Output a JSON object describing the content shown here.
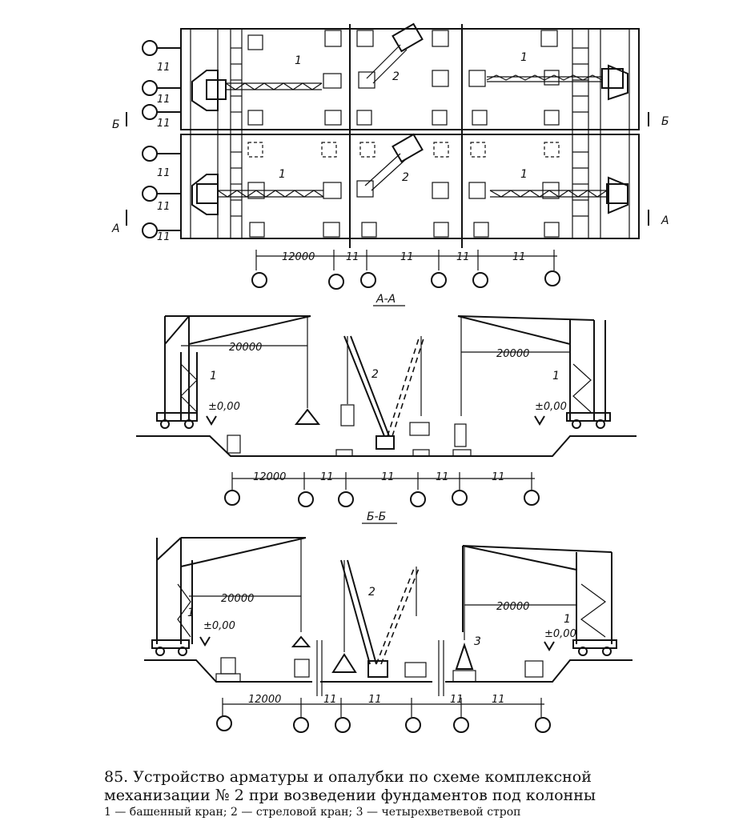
{
  "plan": {
    "dims": [
      "12000",
      "11",
      "11",
      "11",
      "11"
    ],
    "labels": [
      "1",
      "2",
      "1",
      "1",
      "2",
      "1"
    ],
    "section_marks": [
      "Б",
      "Б",
      "А",
      "А"
    ],
    "row_dims": [
      "11",
      "11",
      "11",
      "11",
      "11",
      "11"
    ]
  },
  "section_aa": {
    "title": "А-А",
    "dim_left": "20000",
    "dim_right": "20000",
    "elev_left": "±0,00",
    "elev_right": "±0,00",
    "labels": [
      "1",
      "2",
      "1"
    ],
    "dims": [
      "12000",
      "11",
      "11",
      "11",
      "11"
    ]
  },
  "section_bb": {
    "title": "Б-Б",
    "dim_left": "20000",
    "dim_right": "20000",
    "elev_left": "±0,00",
    "elev_right": "±0,00",
    "labels": [
      "1",
      "2",
      "3",
      "1"
    ],
    "dims": [
      "12000",
      "11",
      "11",
      "11",
      "11"
    ]
  },
  "caption": {
    "line1": "85. Устройство арматуры и опалубки по схеме комплексной",
    "line2": "механизации № 2 при возведении фундаментов под колонны",
    "legend": "1 — башенный кран; 2 — стреловой кран; 3 — четырехветвевой строп"
  }
}
